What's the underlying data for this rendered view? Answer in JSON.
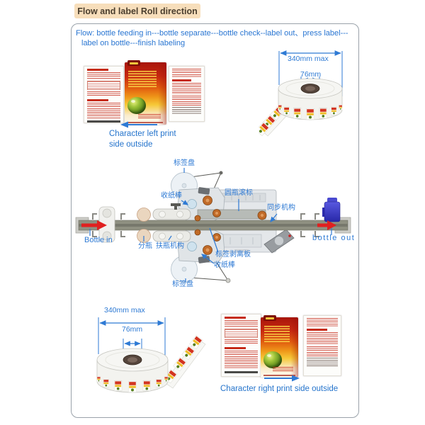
{
  "header": {
    "title": "Flow and label Roll direction"
  },
  "flow": {
    "line1": "Flow:  bottle feeding in---bottle separate---bottle check--label out、press label---",
    "line2": "label on bottle---finish labeling"
  },
  "top_left_labels": {
    "caption_line1": "Character left print",
    "caption_line2": "side outside"
  },
  "top_right_roll": {
    "width_label": "340mm max",
    "core_label": "76mm"
  },
  "machine": {
    "label_disc_top": "标签盘",
    "paper_rod_top": "收纸棒",
    "round_bottle_label": "圆瓶滚标",
    "sync_mechanism": "同步机构",
    "bottle_in": "Bottle in",
    "bottle_separate": "分瓶",
    "bottle_support": "扶瓶机构",
    "label_peel_plate": "标签剥离板",
    "paper_rod_bottom": "收纸棒",
    "label_disc_bottom": "标签盘",
    "bottle_out": "bottle out"
  },
  "bottom_left_roll": {
    "width_label": "340mm max",
    "core_label": "76mm"
  },
  "bottom_right_labels": {
    "caption": "Character right print side outside"
  },
  "colors": {
    "accent_blue": "#2e7ad4",
    "header_bg": "#f7debb",
    "red_arrow": "#e02020",
    "machine_gray": "#e4e7ea",
    "roller_orange": "#c06a28",
    "conveyor": "#8f9081",
    "label_red": "#d23420",
    "label_yellow": "#f0bc28",
    "label_green": "#55801e",
    "sensor_blue": "#3a3ac8"
  }
}
